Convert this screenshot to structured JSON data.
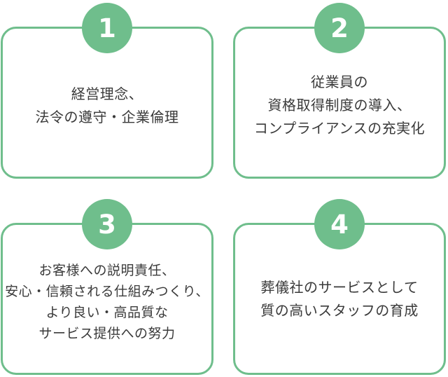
{
  "theme": {
    "accent_green": "#6fbe8c",
    "text_color": "#3a3a3a",
    "background": "#ffffff"
  },
  "cards": [
    {
      "number": "1",
      "lines": [
        "経営理念、",
        "法令の遵守・企業倫理"
      ]
    },
    {
      "number": "2",
      "lines": [
        "従業員の",
        "資格取得制度の導入、",
        "コンプライアンスの充実化"
      ]
    },
    {
      "number": "3",
      "lines": [
        "お客様への説明責任、",
        "安心・信頼される仕組みつくり、",
        "より良い・高品質な",
        "サービス提供への努力"
      ]
    },
    {
      "number": "4",
      "lines": [
        "葬儀社のサービスとして",
        "質の高いスタッフの育成"
      ]
    }
  ]
}
